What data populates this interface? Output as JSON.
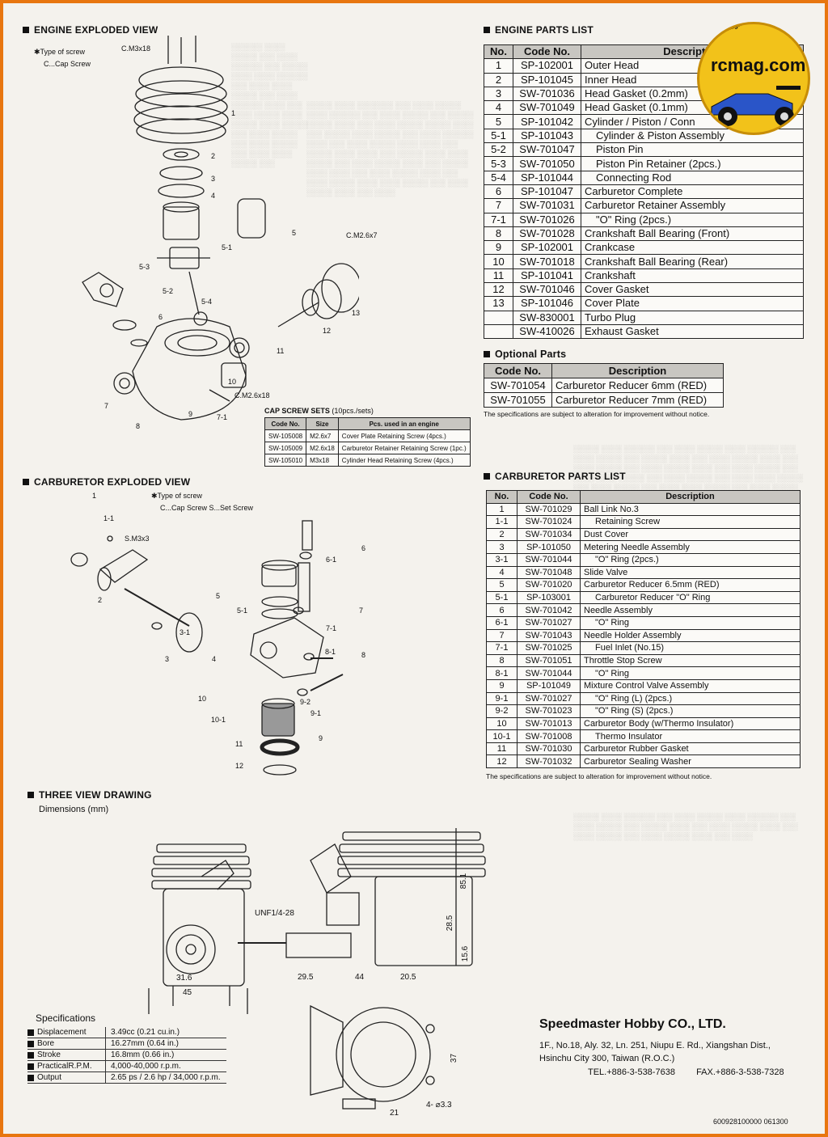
{
  "sections": {
    "engine_exploded": "ENGINE EXPLODED VIEW",
    "engine_parts": "ENGINE PARTS LIST",
    "carb_exploded": "CARBURETOR EXPLODED VIEW",
    "carb_parts": "CARBURETOR PARTS LIST",
    "three_view": "THREE VIEW DRAWING",
    "dimensions": "Dimensions (mm)",
    "optional": "Optional Parts",
    "specifications": "Specifications"
  },
  "screw_notes": {
    "engine_type": "✱Type of screw",
    "engine_code": "C...Cap Screw",
    "carb_type": "✱Type of screw",
    "carb_code": "C...Cap Screw  S...Set Screw"
  },
  "engine_parts": {
    "headers": [
      "No.",
      "Code No.",
      "Description"
    ],
    "rows": [
      [
        "1",
        "SP-102001",
        "Outer Head"
      ],
      [
        "2",
        "SP-101045",
        "Inner Head"
      ],
      [
        "3",
        "SW-701036",
        "Head Gasket (0.2mm)"
      ],
      [
        "4",
        "SW-701049",
        "Head Gasket (0.1mm)"
      ],
      [
        "5",
        "SP-101042",
        "Cylinder / Piston / Conn"
      ],
      [
        "5-1",
        "SP-101043",
        "Cylinder & Piston Assembly"
      ],
      [
        "5-2",
        "SW-701047",
        "Piston Pin"
      ],
      [
        "5-3",
        "SW-701050",
        "Piston Pin Retainer (2pcs.)"
      ],
      [
        "5-4",
        "SP-101044",
        "Connecting Rod"
      ],
      [
        "6",
        "SP-101047",
        "Carburetor Complete"
      ],
      [
        "7",
        "SW-701031",
        "Carburetor Retainer Assembly"
      ],
      [
        "7-1",
        "SW-701026",
        "\"O\" Ring (2pcs.)"
      ],
      [
        "8",
        "SW-701028",
        "Crankshaft Ball Bearing (Front)"
      ],
      [
        "9",
        "SP-102001",
        "Crankcase"
      ],
      [
        "10",
        "SW-701018",
        "Crankshaft Ball Bearing (Rear)"
      ],
      [
        "11",
        "SP-101041",
        "Crankshaft"
      ],
      [
        "12",
        "SW-701046",
        "Cover Gasket"
      ],
      [
        "13",
        "SP-101046",
        "Cover Plate"
      ],
      [
        "",
        "SW-830001",
        "Turbo Plug"
      ],
      [
        "",
        "SW-410026",
        "Exhaust Gasket"
      ]
    ]
  },
  "optional_parts": {
    "headers": [
      "Code No.",
      "Description"
    ],
    "rows": [
      [
        "SW-701054",
        "Carburetor Reducer 6mm (RED)"
      ],
      [
        "SW-701055",
        "Carburetor Reducer 7mm (RED)"
      ]
    ],
    "note": "The specifications are subject to alteration for improvement without notice."
  },
  "cap_screw_sets": {
    "title": "CAP SCREW SETS",
    "subtitle": "(10pcs./sets)",
    "headers": [
      "Code No.",
      "Size",
      "Pcs. used in an engine"
    ],
    "rows": [
      [
        "SW-105008",
        "M2.6x7",
        "Cover Plate Retaining Screw (4pcs.)"
      ],
      [
        "SW-105009",
        "M2.6x18",
        "Carburetor Retainer Retaining Screw (1pc.)"
      ],
      [
        "SW-105010",
        "M3x18",
        "Cylinder Head Retaining Screw (4pcs.)"
      ]
    ]
  },
  "carb_parts": {
    "headers": [
      "No.",
      "Code No.",
      "Description"
    ],
    "rows": [
      [
        "1",
        "SW-701029",
        "Ball Link No.3"
      ],
      [
        "1-1",
        "SW-701024",
        "Retaining Screw"
      ],
      [
        "2",
        "SW-701034",
        "Dust Cover"
      ],
      [
        "3",
        "SP-101050",
        "Metering Needle Assembly"
      ],
      [
        "3-1",
        "SW-701044",
        "\"O\" Ring (2pcs.)"
      ],
      [
        "4",
        "SW-701048",
        "Slide Valve"
      ],
      [
        "5",
        "SW-701020",
        "Carburetor Reducer 6.5mm (RED)"
      ],
      [
        "5-1",
        "SP-103001",
        "Carburetor Reducer \"O\" Ring"
      ],
      [
        "6",
        "SW-701042",
        "Needle Assembly"
      ],
      [
        "6-1",
        "SW-701027",
        "\"O\" Ring"
      ],
      [
        "7",
        "SW-701043",
        "Needle Holder Assembly"
      ],
      [
        "7-1",
        "SW-701025",
        "Fuel Inlet (No.15)"
      ],
      [
        "8",
        "SW-701051",
        "Throttle Stop Screw"
      ],
      [
        "8-1",
        "SW-701044",
        "\"O\" Ring"
      ],
      [
        "9",
        "SP-101049",
        "Mixture Control Valve Assembly"
      ],
      [
        "9-1",
        "SW-701027",
        "\"O\" Ring (L) (2pcs.)"
      ],
      [
        "9-2",
        "SW-701023",
        "\"O\" Ring (S) (2pcs.)"
      ],
      [
        "10",
        "SW-701013",
        "Carburetor Body (w/Thermo Insulator)"
      ],
      [
        "10-1",
        "SW-701008",
        "Thermo Insulator"
      ],
      [
        "11",
        "SW-701030",
        "Carburetor Rubber Gasket"
      ],
      [
        "12",
        "SW-701032",
        "Carburetor Sealing Washer"
      ]
    ],
    "note": "The specifications are subject to alteration for improvement without notice."
  },
  "specs": [
    [
      "Displacement",
      "3.49cc (0.21 cu.in.)"
    ],
    [
      "Bore",
      "16.27mm (0.64 in.)"
    ],
    [
      "Stroke",
      "16.8mm (0.66 in.)"
    ],
    [
      "PracticalR.P.M.",
      "4,000-40,000 r.p.m."
    ],
    [
      "Output",
      "2.65 ps / 2.6 hp / 34,000 r.p.m."
    ]
  ],
  "dims": {
    "d1": "31.6",
    "d2": "45",
    "d3": "29.5",
    "d4": "44",
    "d5": "20.5",
    "d6": "85.1",
    "d7": "28.5",
    "d8": "15.6",
    "d9": "37",
    "d10": "21",
    "d11": "4- ⌀3.3",
    "thread": "UNF1/4-28"
  },
  "engine_labels": {
    "cm3x18": "C.M3x18",
    "cm26x7": "C.M2.6x7",
    "cm26x18": "C.M2.6x18",
    "n": [
      "1",
      "2",
      "3",
      "4",
      "5",
      "5-1",
      "5-3",
      "5-2",
      "5-4",
      "6",
      "7",
      "8",
      "9",
      "10",
      "11",
      "12",
      "13",
      "7-1"
    ]
  },
  "carb_labels": {
    "sm3x3": "S.M3x3",
    "n": [
      "1",
      "1-1",
      "2",
      "3",
      "3-1",
      "4",
      "5",
      "5-1",
      "6",
      "6-1",
      "7",
      "7-1",
      "8",
      "8-1",
      "9",
      "9-1",
      "9-2",
      "10",
      "10-1",
      "11",
      "12"
    ]
  },
  "company": {
    "name": "Speedmaster Hobby CO., LTD.",
    "addr1": "1F., No.18, Aly. 32, Ln. 251, Niupu E. Rd., Xiangshan Dist.,",
    "addr2": "Hsinchu City 300, Taiwan (R.O.C.)",
    "tel": "TEL.+886-3-538-7638",
    "fax": "FAX.+886-3-538-7328"
  },
  "footer_code": "600928100000   061300",
  "watermark": {
    "brand": "rcmag.com",
    "tagline": "Le web magazine du modélisme"
  }
}
